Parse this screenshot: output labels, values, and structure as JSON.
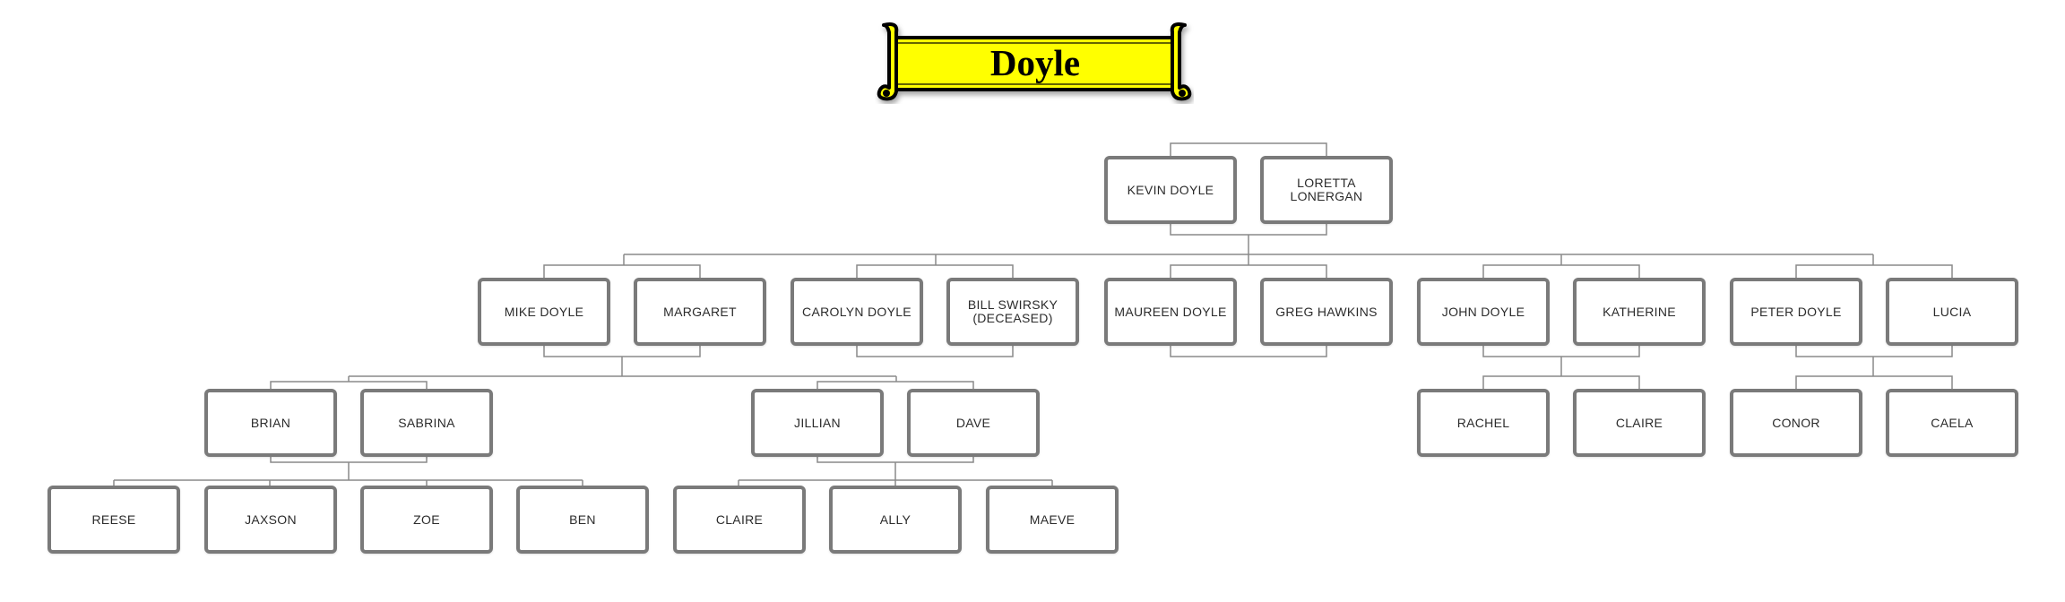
{
  "title": "Doyle",
  "colors": {
    "banner_fill": "#ffff00",
    "node_border": "#7a7a7a",
    "line": "#8a8a8a",
    "text": "#2b2b2b"
  },
  "nodes": {
    "kevin": "KEVIN DOYLE",
    "loretta": "LORETTA\nLONERGAN",
    "mike": "MIKE DOYLE",
    "margaret": "MARGARET",
    "carolyn": "CAROLYN DOYLE",
    "bill": "BILL SWIRSKY\n(DECEASED)",
    "maureen": "MAUREEN DOYLE",
    "greg": "GREG HAWKINS",
    "john": "JOHN DOYLE",
    "katherine": "KATHERINE",
    "peter": "PETER DOYLE",
    "lucia": "LUCIA",
    "brian": "BRIAN",
    "sabrina": "SABRINA",
    "jillian": "JILLIAN",
    "dave": "DAVE",
    "rachel": "RACHEL",
    "claire_k": "CLAIRE",
    "conor": "CONOR",
    "caela": "CAELA",
    "reese": "REESE",
    "jaxson": "JAXSON",
    "zoe": "ZOE",
    "ben": "BEN",
    "claire_j": "CLAIRE",
    "ally": "ALLY",
    "maeve": "MAEVE"
  }
}
